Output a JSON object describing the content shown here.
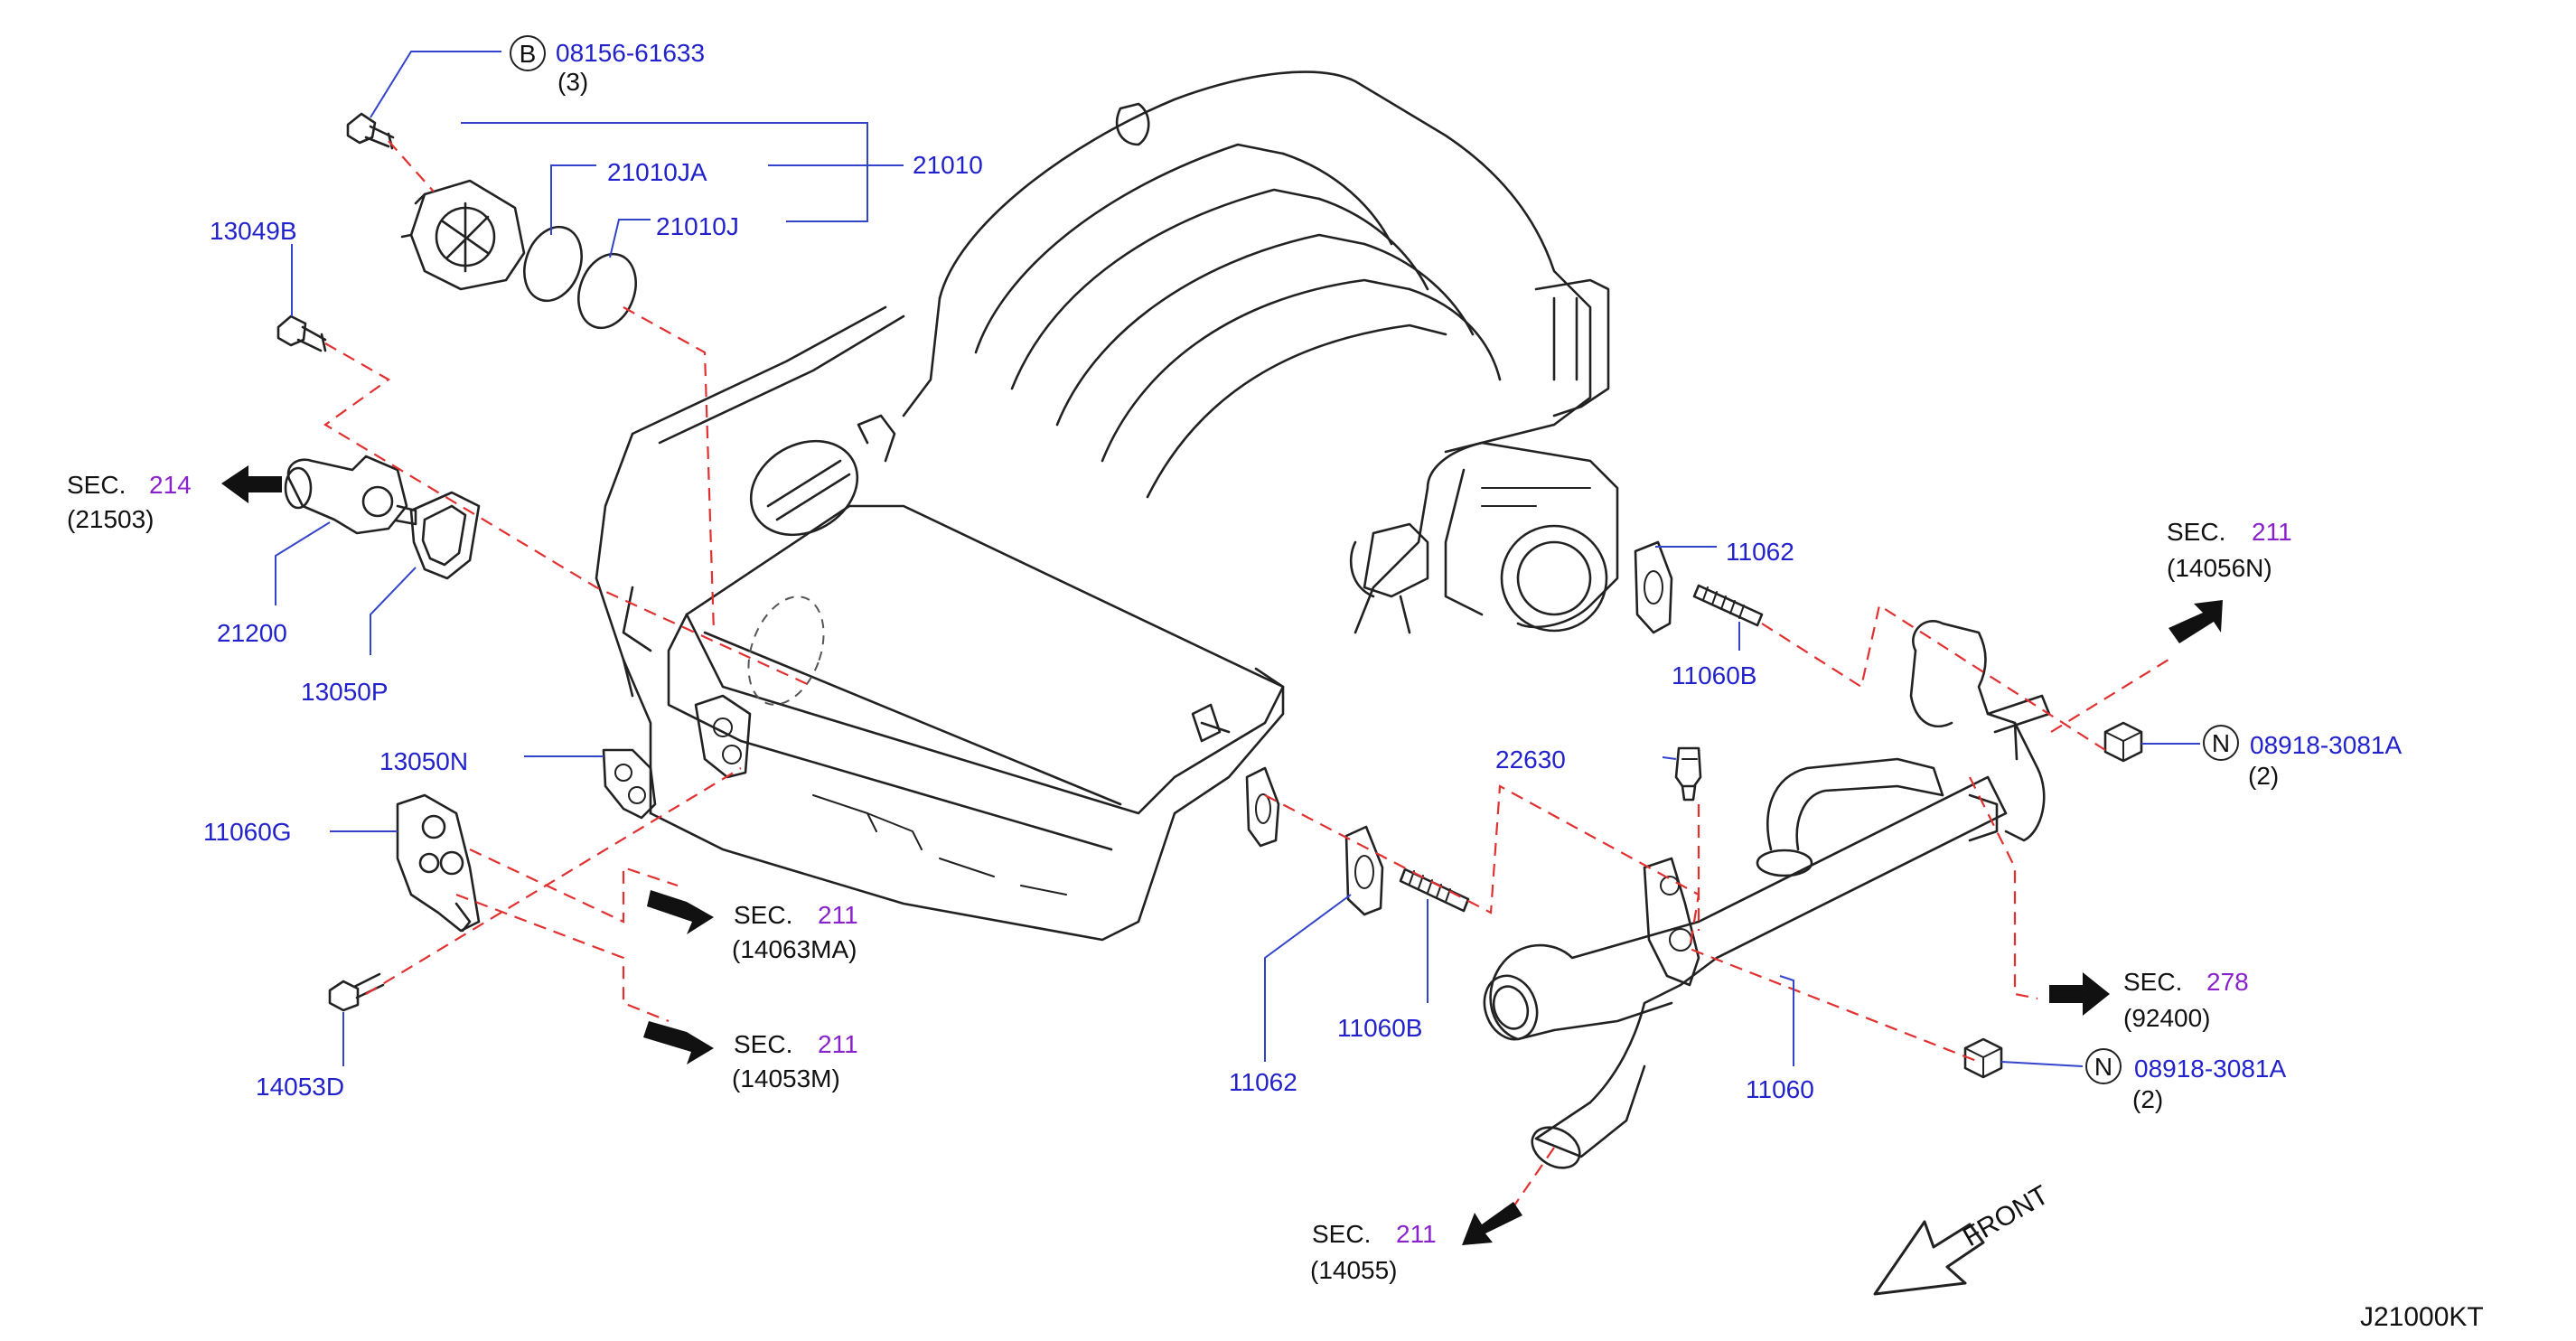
{
  "parts": {
    "p_08156_61633": {
      "badge": "B",
      "number": "08156-61633",
      "qty": "(3)"
    },
    "p_21010": "21010",
    "p_21010JA": "21010JA",
    "p_21010J": "21010J",
    "p_13049B": "13049B",
    "p_21200": "21200",
    "p_13050P": "13050P",
    "p_13050N": "13050N",
    "p_11060G": "11060G",
    "p_14053D": "14053D",
    "p_11062_top": "11062",
    "p_11060B_top": "11060B",
    "p_22630": "22630",
    "p_11062_bottom": "11062",
    "p_11060B_bottom": "11060B",
    "p_11060": "11060",
    "p_08918_a": {
      "badge": "N",
      "number": "08918-3081A",
      "qty": "(2)"
    },
    "p_08918_b": {
      "badge": "N",
      "number": "08918-3081A",
      "qty": "(2)"
    }
  },
  "sections": {
    "sec_214": {
      "prefix": "SEC.",
      "number": "214",
      "ref": "(21503)"
    },
    "sec_211_14063MA": {
      "prefix": "SEC.",
      "number": "211",
      "ref": "(14063MA)"
    },
    "sec_211_14053M": {
      "prefix": "SEC.",
      "number": "211",
      "ref": "(14053M)"
    },
    "sec_211_14056N": {
      "prefix": "SEC.",
      "number": "211",
      "ref": "(14056N)"
    },
    "sec_278": {
      "prefix": "SEC.",
      "number": "278",
      "ref": "(92400)"
    },
    "sec_211_14055": {
      "prefix": "SEC.",
      "number": "211",
      "ref": "(14055)"
    }
  },
  "front_label": "FRONT",
  "diagram_code": "J21000KT",
  "colors": {
    "part_number": "#2222cc",
    "section_number": "#8a22cc",
    "guide_line": "#e23030",
    "leader_line": "#3344cc"
  }
}
